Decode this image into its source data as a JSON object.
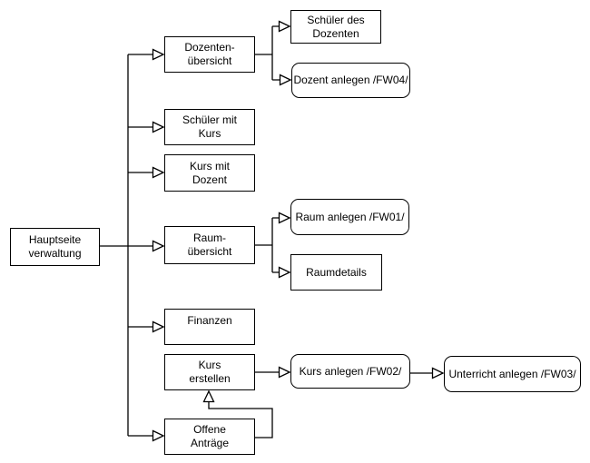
{
  "diagram": {
    "type": "navigation-flowchart",
    "language": "de",
    "colors": {
      "background": "#ffffff",
      "node_fill": "#ffffff",
      "stroke": "#000000",
      "text": "#000000"
    },
    "nodes": [
      {
        "id": "hauptseite-verwaltung",
        "label": "Hauptseite\nverwaltung",
        "shape": "rectangle"
      },
      {
        "id": "dozenten-uebersicht",
        "label": "Dozenten-\nübersicht",
        "shape": "rectangle"
      },
      {
        "id": "schueler-mit-kurs",
        "label": "Schüler mit\nKurs",
        "shape": "rectangle"
      },
      {
        "id": "kurs-mit-dozent",
        "label": "Kurs mit\nDozent",
        "shape": "rectangle"
      },
      {
        "id": "raum-uebersicht",
        "label": "Raum-\nübersicht",
        "shape": "rectangle"
      },
      {
        "id": "finanzen",
        "label": "Finanzen",
        "shape": "rectangle"
      },
      {
        "id": "kurs-erstellen",
        "label": "Kurs\nerstellen",
        "shape": "rectangle"
      },
      {
        "id": "offene-antraege",
        "label": "Offene\nAnträge",
        "shape": "rectangle"
      },
      {
        "id": "schueler-des-dozenten",
        "label": "Schüler des\nDozenten",
        "shape": "rectangle"
      },
      {
        "id": "dozent-anlegen-fw04",
        "label": "Dozent anlegen /FW04/",
        "shape": "rounded"
      },
      {
        "id": "raum-anlegen-fw01",
        "label": "Raum anlegen /FW01/",
        "shape": "rounded"
      },
      {
        "id": "raumdetails",
        "label": "Raumdetails",
        "shape": "rectangle"
      },
      {
        "id": "kurs-anlegen-fw02",
        "label": "Kurs anlegen /FW02/",
        "shape": "rounded"
      },
      {
        "id": "unterricht-anlegen-fw03",
        "label": "Unterricht anlegen /FW03/",
        "shape": "rounded"
      }
    ],
    "edges": [
      {
        "from": "hauptseite-verwaltung",
        "to": "dozenten-uebersicht"
      },
      {
        "from": "hauptseite-verwaltung",
        "to": "schueler-mit-kurs"
      },
      {
        "from": "hauptseite-verwaltung",
        "to": "kurs-mit-dozent"
      },
      {
        "from": "hauptseite-verwaltung",
        "to": "raum-uebersicht"
      },
      {
        "from": "hauptseite-verwaltung",
        "to": "finanzen"
      },
      {
        "from": "hauptseite-verwaltung",
        "to": "offene-antraege"
      },
      {
        "from": "dozenten-uebersicht",
        "to": "schueler-des-dozenten"
      },
      {
        "from": "dozenten-uebersicht",
        "to": "dozent-anlegen-fw04"
      },
      {
        "from": "raum-uebersicht",
        "to": "raum-anlegen-fw01"
      },
      {
        "from": "raum-uebersicht",
        "to": "raumdetails"
      },
      {
        "from": "kurs-erstellen",
        "to": "kurs-anlegen-fw02"
      },
      {
        "from": "kurs-anlegen-fw02",
        "to": "unterricht-anlegen-fw03"
      },
      {
        "from": "offene-antraege",
        "to": "kurs-erstellen"
      }
    ]
  }
}
